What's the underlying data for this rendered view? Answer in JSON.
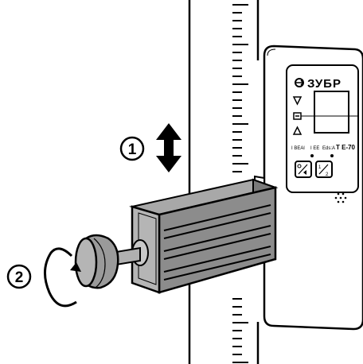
{
  "steps": [
    {
      "number": "1",
      "action": "slide-up-down"
    },
    {
      "number": "2",
      "action": "rotate-knob"
    }
  ],
  "detector": {
    "brand": "ЗУБР",
    "mode_labels": [
      "I ВЕАl",
      "I ЕЕ",
      "Еds:А"
    ],
    "model": "Т Е-70",
    "buttons": [
      {
        "icon": "power-sound-icon"
      },
      {
        "icon": "precision-toggle-icon"
      }
    ],
    "indicators": [
      "up-arrow-icon",
      "center-line-icon",
      "down-arrow-icon"
    ]
  },
  "colors": {
    "line": "#000000",
    "body": "#ffffff",
    "clamp_fill": "#8c8c8c",
    "clamp_dark": "#555555",
    "knob_fill": "#9a9a9a"
  }
}
